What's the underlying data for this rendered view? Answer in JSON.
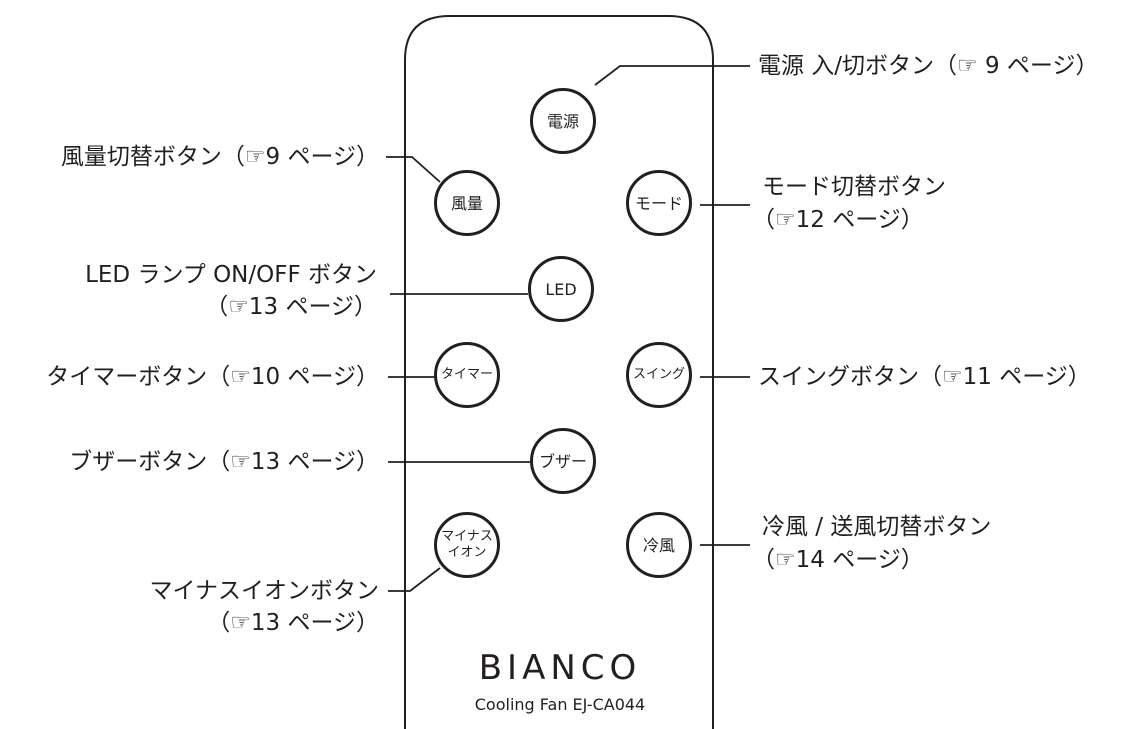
{
  "brand": "BIANCO",
  "model": "Cooling Fan EJ-CA044",
  "buttons": {
    "power": "電源",
    "fan_speed": "風量",
    "mode": "モード",
    "led": "LED",
    "timer": "タイマー",
    "swing": "スイング",
    "buzzer": "ブザー",
    "ion": "マイナス\nイオン",
    "cool": "冷風"
  },
  "labels": {
    "power": "電源 入/切ボタン（☞ 9 ページ）",
    "fan_speed": "風量切替ボタン（☞9 ページ）",
    "mode": "モード切替ボタン",
    "mode_ref": "（☞12 ページ）",
    "led": "LED ランプ ON/OFF ボタン",
    "led_ref": "（☞13 ページ）",
    "timer": "タイマーボタン（☞10 ページ）",
    "swing": "スイングボタン（☞11 ページ）",
    "buzzer": "ブザーボタン（☞13 ページ）",
    "cool": "冷風 / 送風切替ボタン",
    "cool_ref": "（☞14 ページ）",
    "ion": "マイナスイオンボタン",
    "ion_ref": "（☞13 ページ）"
  }
}
